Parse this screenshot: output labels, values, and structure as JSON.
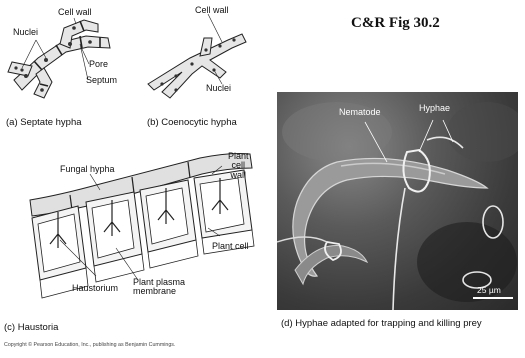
{
  "figure_title": "C&R Fig 30.2",
  "panel_a": {
    "caption": "(a) Septate hypha",
    "labels": {
      "cell_wall": "Cell wall",
      "nuclei": "Nuclei",
      "pore": "Pore",
      "septum": "Septum"
    }
  },
  "panel_b": {
    "caption": "(b) Coenocytic hypha",
    "labels": {
      "cell_wall": "Cell wall",
      "nuclei": "Nuclei"
    }
  },
  "panel_c": {
    "caption": "(c) Haustoria",
    "labels": {
      "fungal_hypha": "Fungal hypha",
      "plant_cell_wall": "Plant\ncell\nwall",
      "plant_cell": "Plant cell",
      "haustorium": "Haustorium",
      "plant_plasma_membrane": "Plant plasma\nmembrane"
    }
  },
  "panel_d": {
    "caption": "(d) Hyphae adapted for trapping and killing prey",
    "labels": {
      "nematode": "Nematode",
      "hyphae": "Hyphae",
      "scale_bar": "25 µm"
    }
  },
  "copyright": "Copyright © Pearson Education, Inc., publishing as Benjamin Cummings."
}
